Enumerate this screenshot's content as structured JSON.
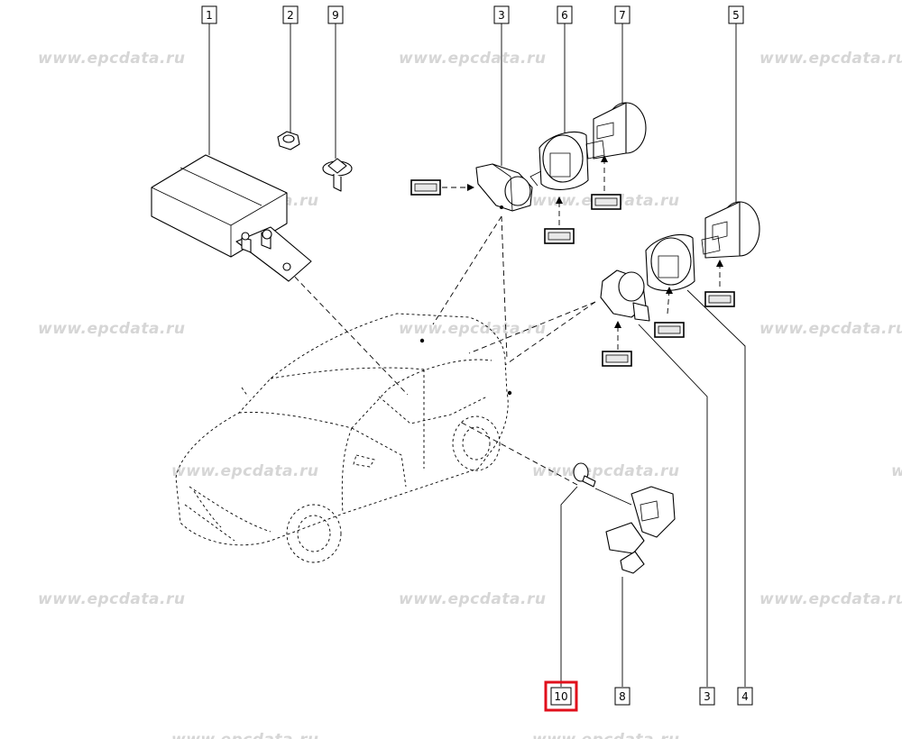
{
  "watermark": "www.epcdata.ru",
  "callouts": [
    {
      "id": "c1",
      "label": "1",
      "highlighted": false
    },
    {
      "id": "c2",
      "label": "2",
      "highlighted": false
    },
    {
      "id": "c9",
      "label": "9",
      "highlighted": false
    },
    {
      "id": "c3top",
      "label": "3",
      "highlighted": false
    },
    {
      "id": "c6",
      "label": "6",
      "highlighted": false
    },
    {
      "id": "c7",
      "label": "7",
      "highlighted": false
    },
    {
      "id": "c5",
      "label": "5",
      "highlighted": false
    },
    {
      "id": "c10",
      "label": "10",
      "highlighted": true
    },
    {
      "id": "c8",
      "label": "8",
      "highlighted": false
    },
    {
      "id": "c3bot",
      "label": "3",
      "highlighted": false
    },
    {
      "id": "c4",
      "label": "4",
      "highlighted": false
    }
  ],
  "highlight_color": "#e0101c"
}
